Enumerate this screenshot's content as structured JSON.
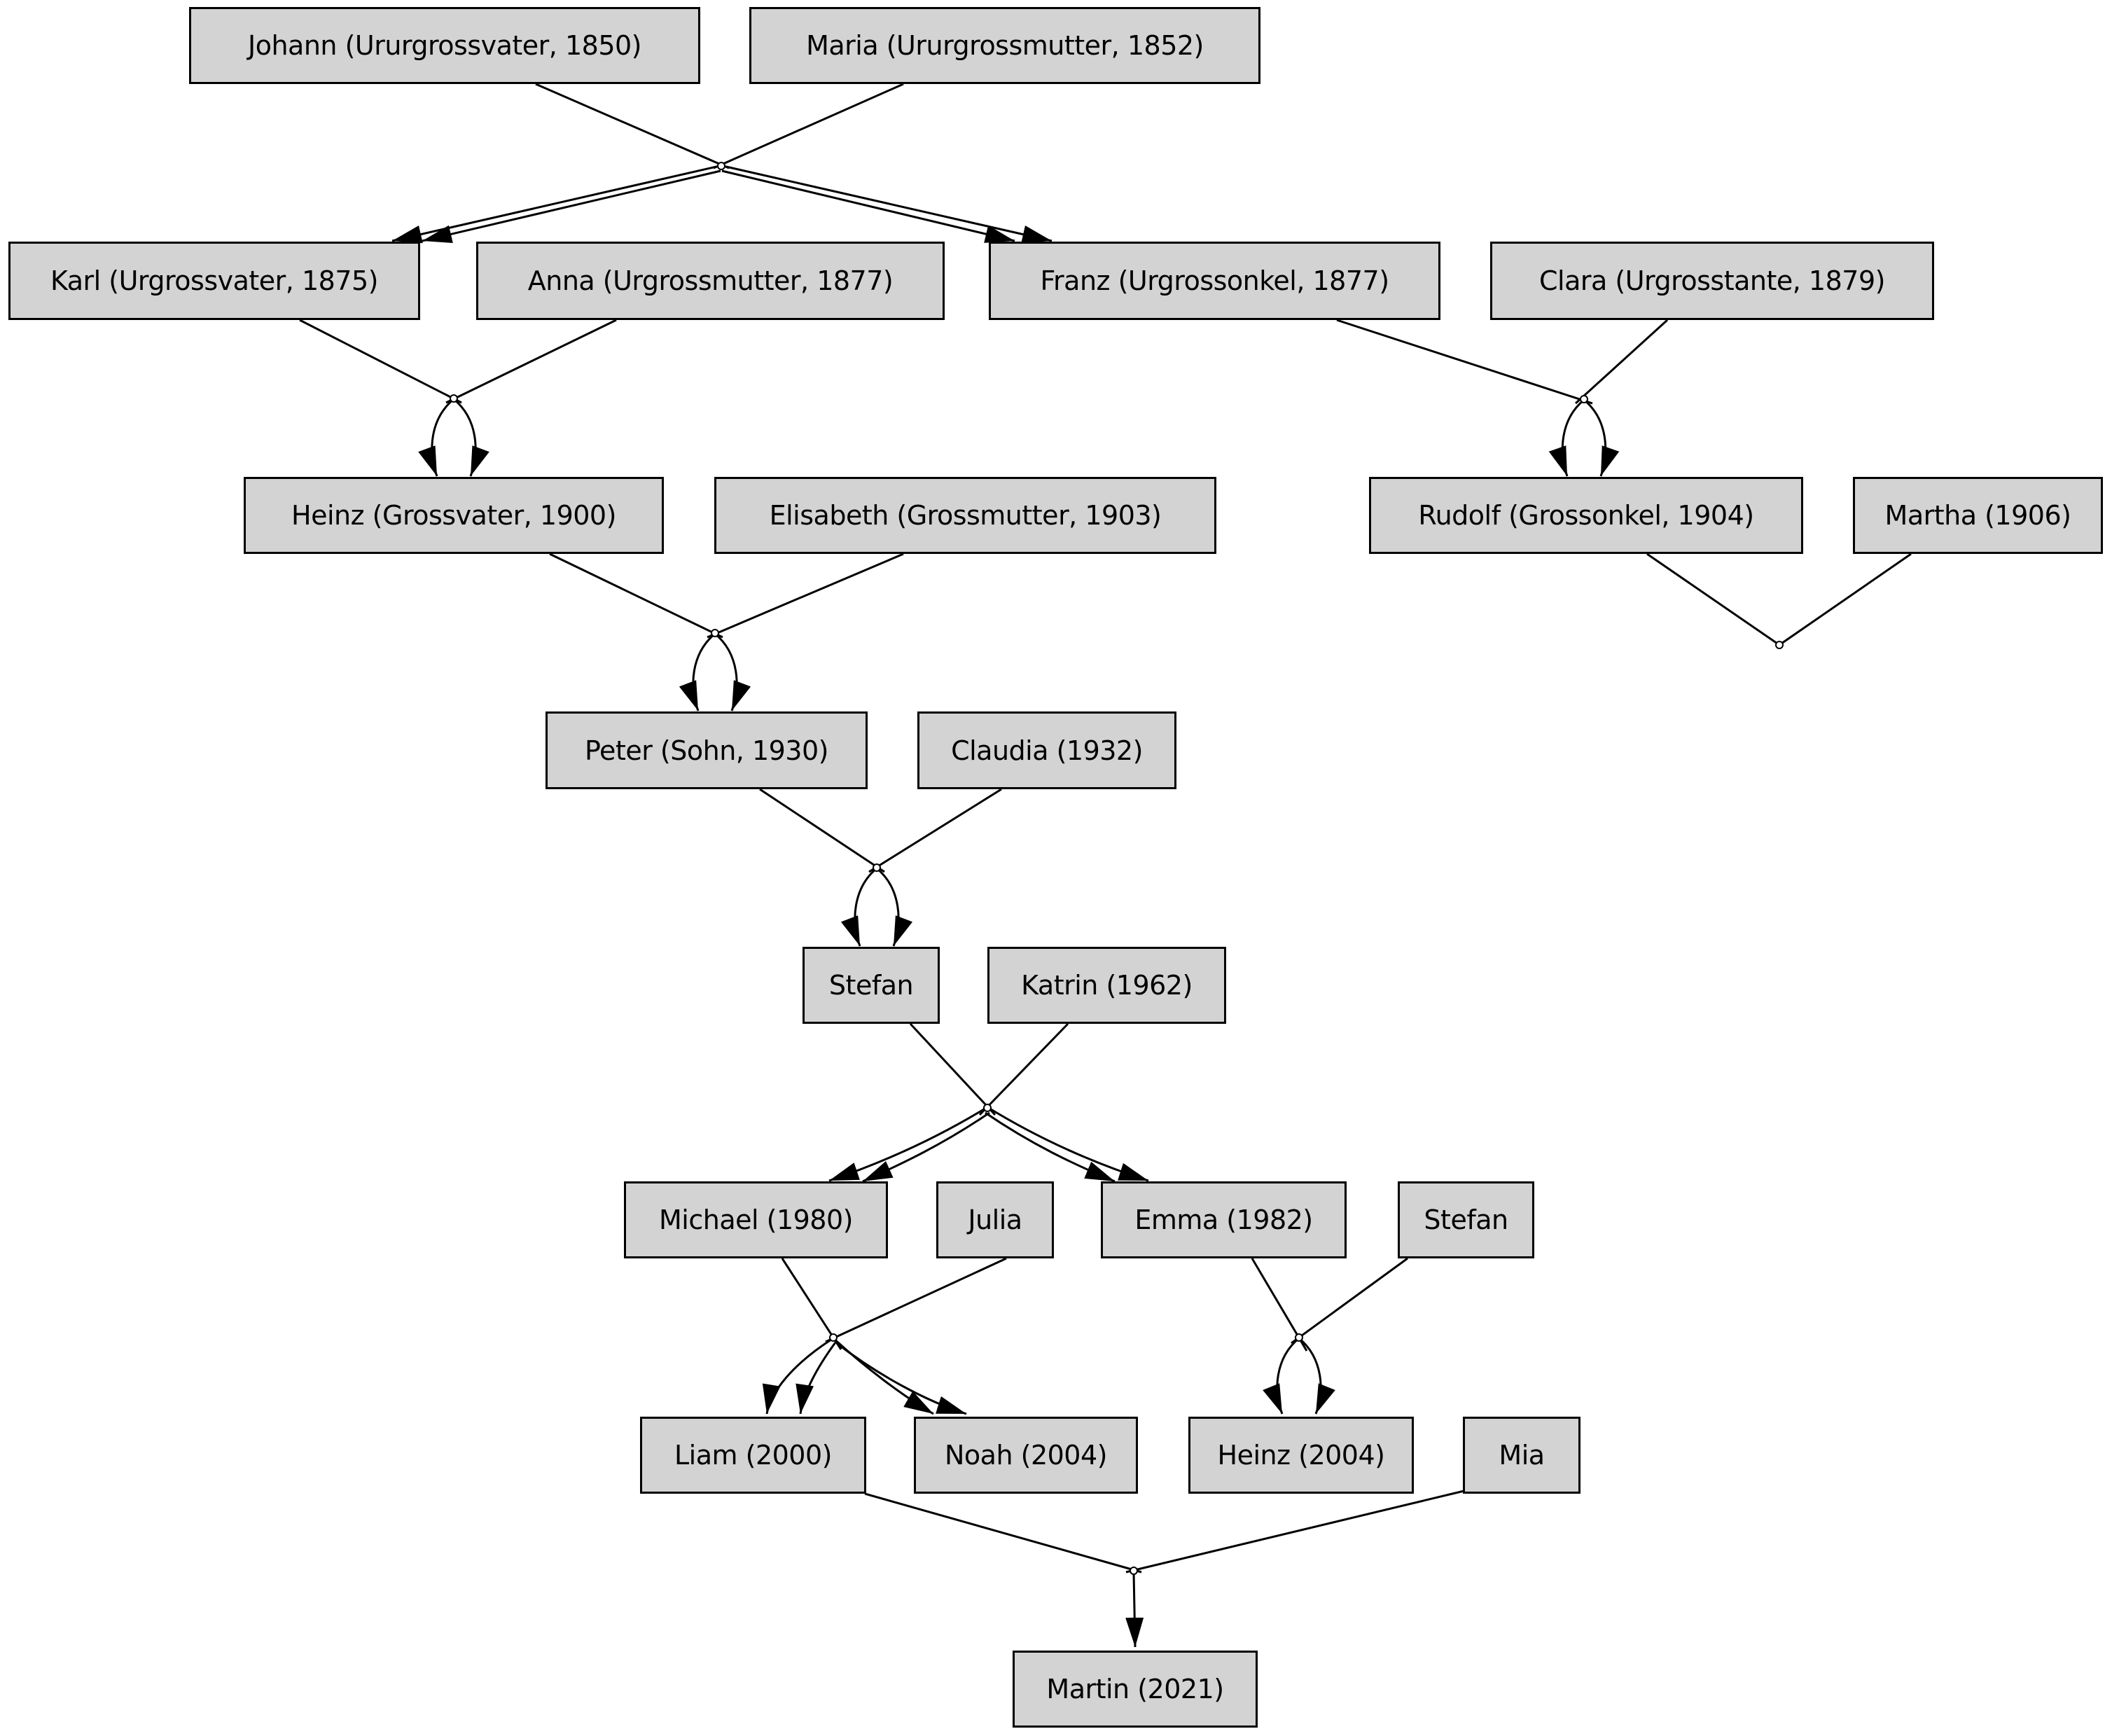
{
  "diagram": {
    "type": "family-tree",
    "background": "#ffffff",
    "node_fill": "#d3d3d3",
    "node_border": "#000000",
    "edge_color": "#000000",
    "nodes": [
      {
        "id": "johann",
        "label": "Johann (Ururgrossvater, 1850)"
      },
      {
        "id": "maria",
        "label": "Maria (Ururgrossmutter, 1852)"
      },
      {
        "id": "karl",
        "label": "Karl (Urgrossvater, 1875)"
      },
      {
        "id": "anna",
        "label": "Anna (Urgrossmutter, 1877)"
      },
      {
        "id": "franz",
        "label": "Franz (Urgrossonkel, 1877)"
      },
      {
        "id": "clara",
        "label": "Clara (Urgrosstante, 1879)"
      },
      {
        "id": "heinz-sr",
        "label": "Heinz (Grossvater, 1900)"
      },
      {
        "id": "elisabeth",
        "label": "Elisabeth (Grossmutter, 1903)"
      },
      {
        "id": "rudolf",
        "label": "Rudolf (Grossonkel, 1904)"
      },
      {
        "id": "martha",
        "label": "Martha (1906)"
      },
      {
        "id": "peter",
        "label": "Peter (Sohn, 1930)"
      },
      {
        "id": "claudia",
        "label": "Claudia (1932)"
      },
      {
        "id": "stefan",
        "label": "Stefan"
      },
      {
        "id": "katrin",
        "label": "Katrin (1962)"
      },
      {
        "id": "michael",
        "label": "Michael (1980)"
      },
      {
        "id": "julia",
        "label": "Julia"
      },
      {
        "id": "emma",
        "label": "Emma (1982)"
      },
      {
        "id": "stefan-2",
        "label": "Stefan"
      },
      {
        "id": "liam",
        "label": "Liam (2000)"
      },
      {
        "id": "noah",
        "label": "Noah (2004)"
      },
      {
        "id": "heinz-jr",
        "label": "Heinz (2004)"
      },
      {
        "id": "mia",
        "label": "Mia"
      },
      {
        "id": "martin",
        "label": "Martin (2021)"
      }
    ],
    "unions": [
      {
        "parents": [
          "johann",
          "maria"
        ],
        "children": [
          "karl",
          "franz"
        ]
      },
      {
        "parents": [
          "karl",
          "anna"
        ],
        "children": [
          "heinz-sr"
        ]
      },
      {
        "parents": [
          "franz",
          "clara"
        ],
        "children": [
          "rudolf"
        ]
      },
      {
        "parents": [
          "heinz-sr",
          "elisabeth"
        ],
        "children": [
          "peter"
        ]
      },
      {
        "parents": [
          "rudolf",
          "martha"
        ],
        "children": []
      },
      {
        "parents": [
          "peter",
          "claudia"
        ],
        "children": [
          "stefan"
        ]
      },
      {
        "parents": [
          "stefan",
          "katrin"
        ],
        "children": [
          "michael",
          "emma"
        ]
      },
      {
        "parents": [
          "michael",
          "julia"
        ],
        "children": [
          "liam",
          "noah"
        ]
      },
      {
        "parents": [
          "emma",
          "stefan-2"
        ],
        "children": [
          "heinz-jr"
        ]
      },
      {
        "parents": [
          "liam",
          "mia"
        ],
        "children": [
          "martin"
        ]
      }
    ]
  }
}
